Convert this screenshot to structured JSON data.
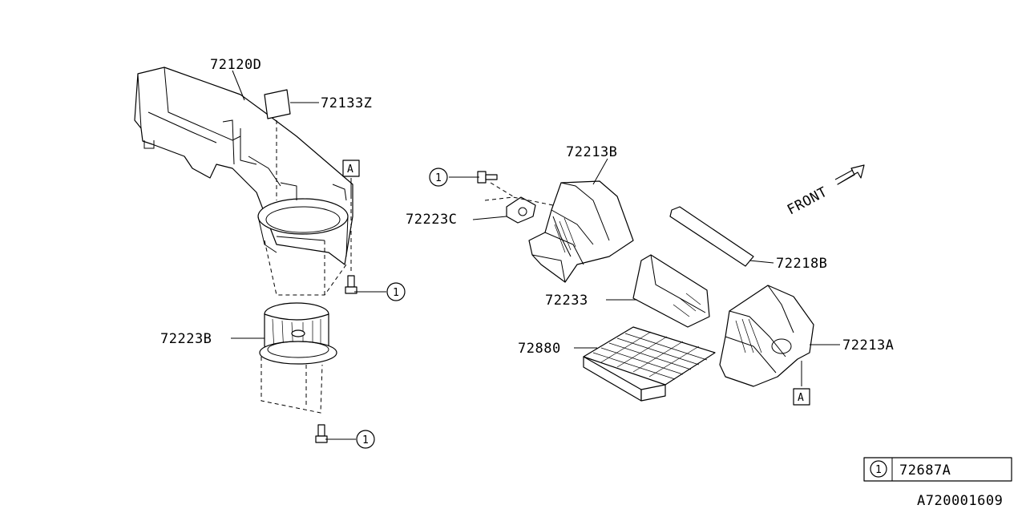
{
  "parts": {
    "p72120D": "72120D",
    "p72133Z": "72133Z",
    "p72213B": "72213B",
    "p72223C": "72223C",
    "p72218B": "72218B",
    "p72233": "72233",
    "p72213A": "72213A",
    "p72880": "72880",
    "p72223B": "72223B"
  },
  "ref_marker_a": "A",
  "fastener_callout": "1",
  "front_label": "FRONT",
  "legend": {
    "symbol": "1",
    "part": "72687A"
  },
  "diagram_code": "A720001609"
}
